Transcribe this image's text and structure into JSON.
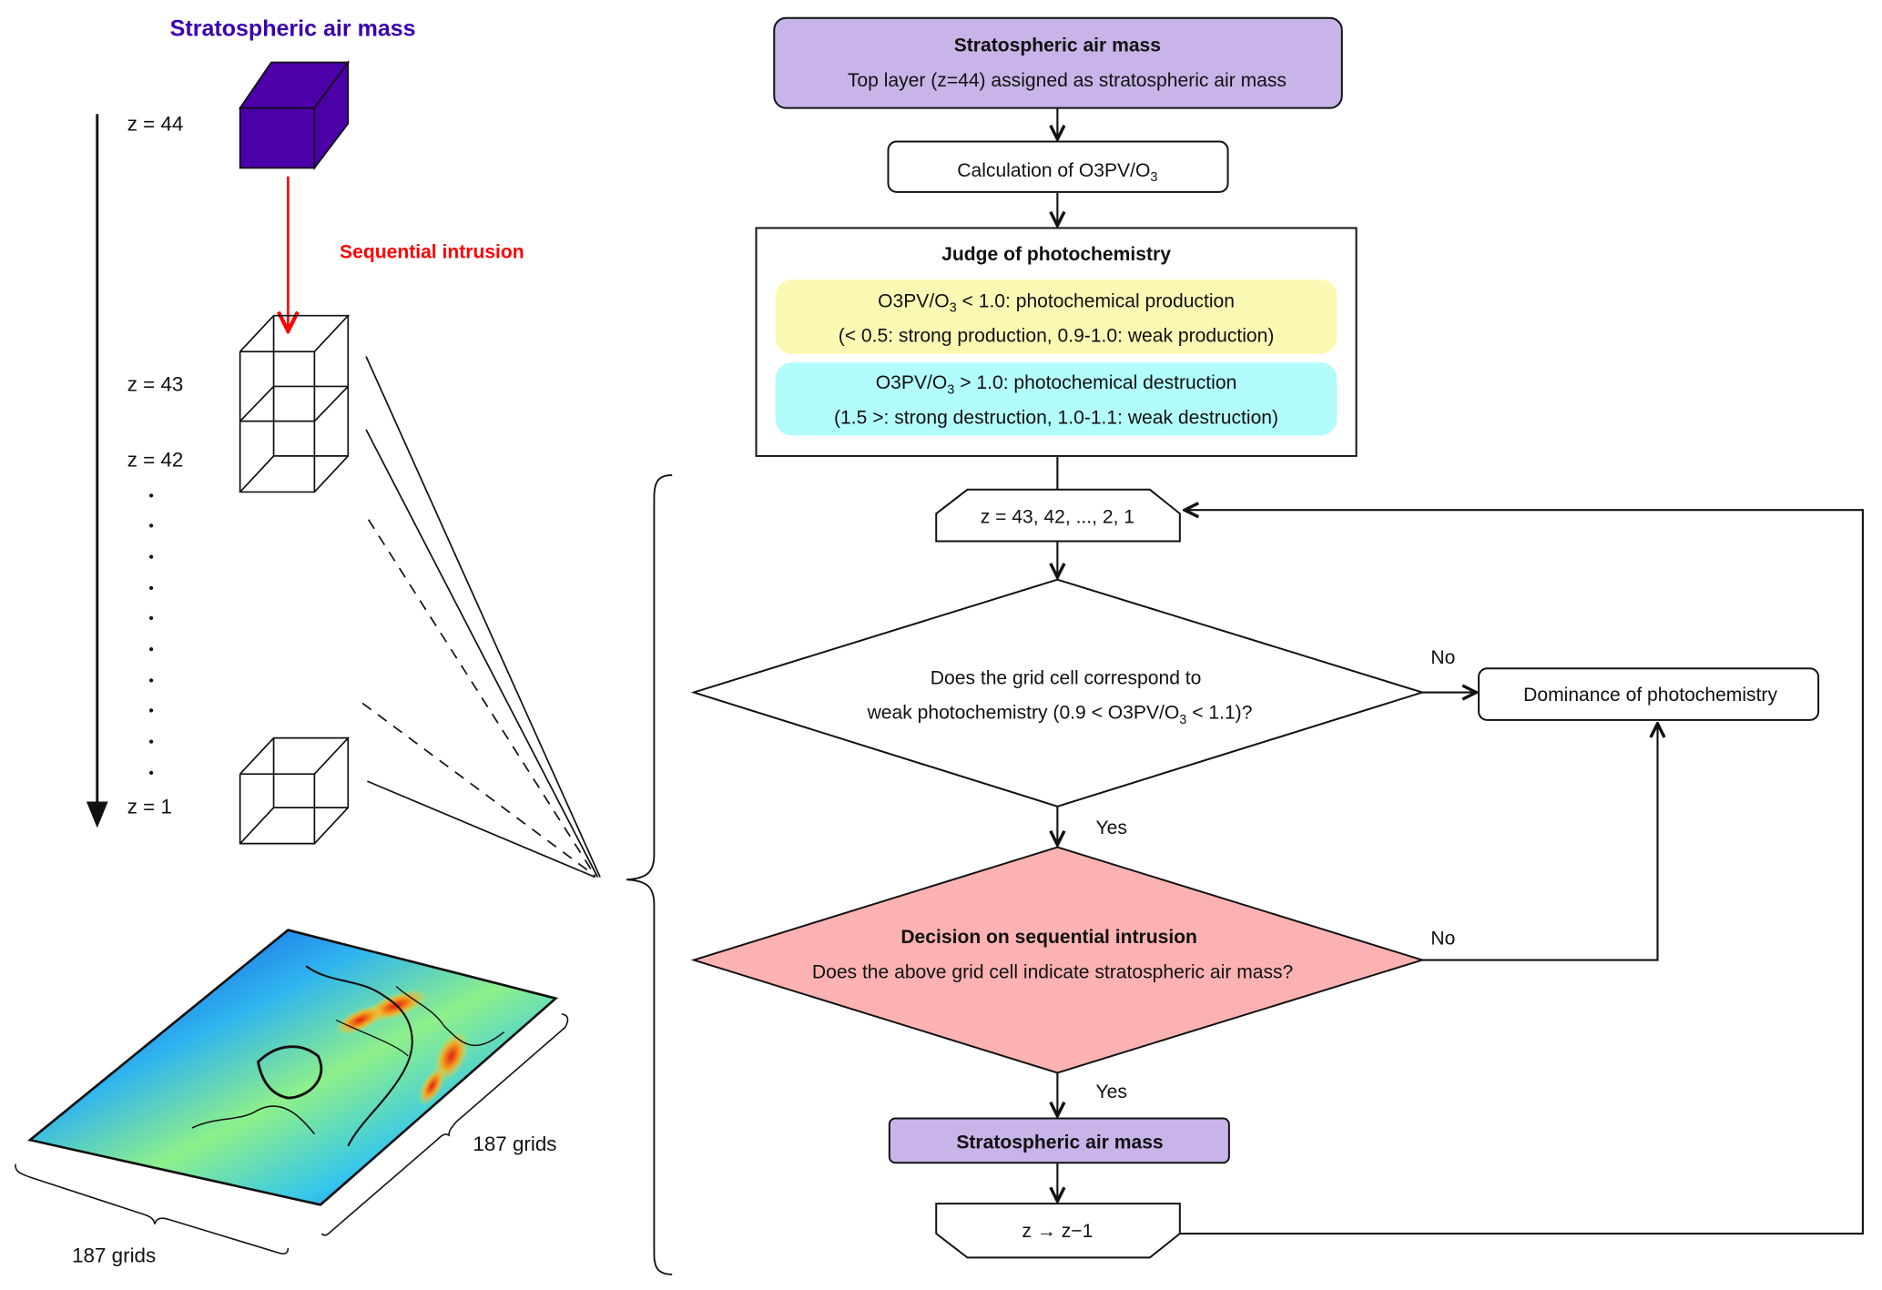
{
  "left_panel": {
    "title": "Stratospheric air mass",
    "title_color": "#3a00b0",
    "cube_fill": "#4b00a8",
    "intrusion_label": "Sequential intrusion",
    "intrusion_color": "#ff0000",
    "levels": [
      "z = 44",
      "z = 43",
      "z = 42",
      "z = 1"
    ],
    "dots": [
      "·",
      "·",
      "·",
      "·",
      "·",
      "·",
      "·",
      "·",
      "·",
      "·"
    ],
    "grid_label_x": "187 grids",
    "grid_label_y": "187 grids",
    "map_description": "Ozone field map over East Asia / Pacific domain (jet colormap)"
  },
  "flowchart": {
    "start": {
      "title": "Stratospheric air mass",
      "subtitle": "Top layer (z=44) assigned as stratospheric air mass",
      "fill": "#c8b4e8"
    },
    "calc": {
      "text": "Calculation of O3PV/O",
      "sub": "3"
    },
    "judge": {
      "title": "Judge of photochemistry",
      "production": {
        "line1_pre": "O3PV/O",
        "line1_sub": "3",
        "line1_post": " < 1.0: photochemical production",
        "line2": "(< 0.5: strong production, 0.9-1.0: weak production)",
        "fill": "#fbf8b4"
      },
      "destruction": {
        "line1_pre": "O3PV/O",
        "line1_sub": "3",
        "line1_post": " > 1.0: photochemical destruction",
        "line2": "(1.5 >: strong destruction, 1.0-1.1: weak destruction)",
        "fill": "#b2fcfc"
      }
    },
    "loop_start": {
      "text": "z = 43, 42, ..., 2, 1"
    },
    "decision1": {
      "line1": "Does the grid cell correspond to",
      "line2_pre": "weak photochemistry (0.9 < O3PV/O",
      "line2_sub": "3",
      "line2_post": " < 1.1)?",
      "no_label": "No",
      "yes_label": "Yes"
    },
    "dominance": {
      "text": "Dominance of photochemistry"
    },
    "decision2": {
      "title": "Decision on sequential intrusion",
      "question": "Does the above grid cell indicate stratospheric air mass?",
      "no_label": "No",
      "yes_label": "Yes",
      "fill": "#fcb2b2"
    },
    "end_box": {
      "text": "Stratospheric air mass",
      "fill": "#c8b4e8"
    },
    "loop_end": {
      "text": "z → z−1"
    }
  }
}
